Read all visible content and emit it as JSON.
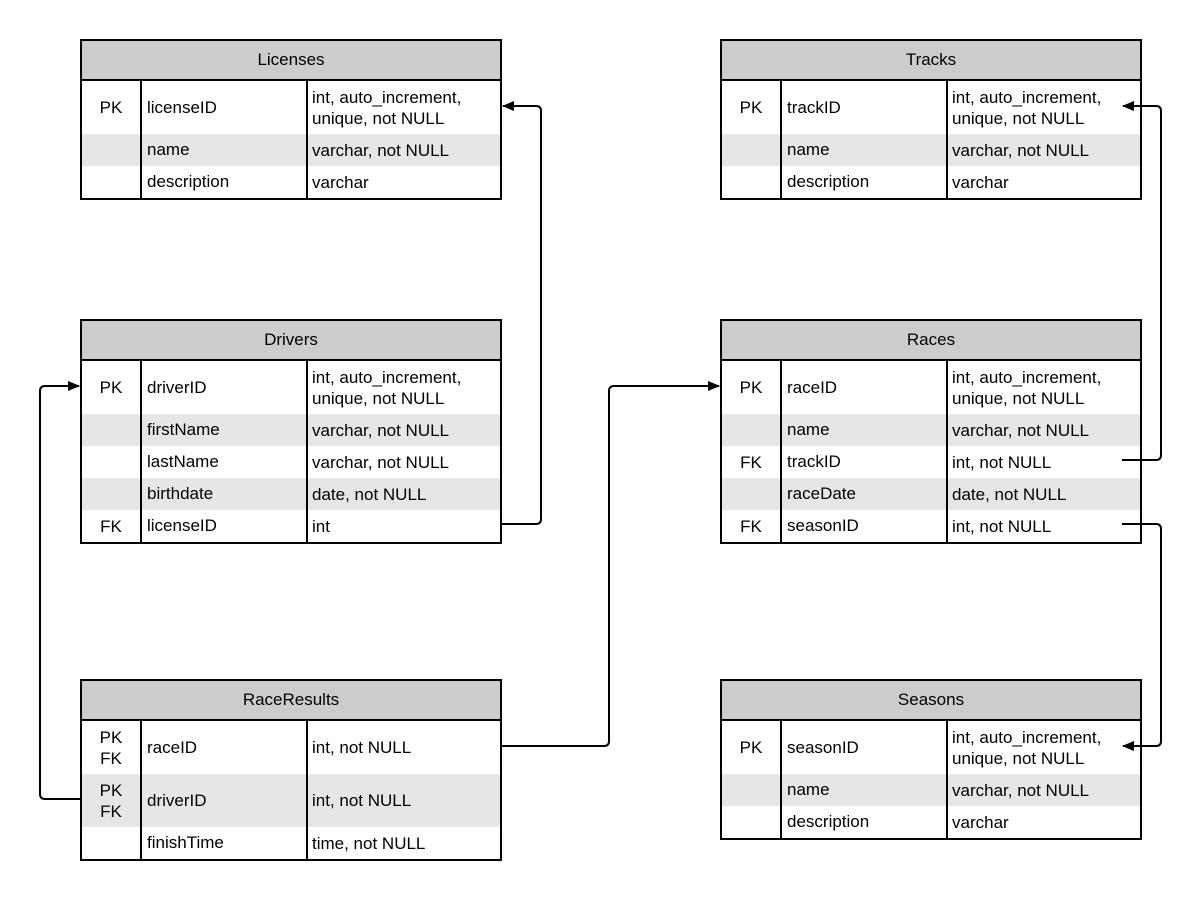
{
  "entities": {
    "licenses": {
      "title": "Licenses",
      "rows": [
        {
          "key": [
            "PK"
          ],
          "name": "licenseID",
          "type": "int, auto_increment, unique, not NULL"
        },
        {
          "key": [],
          "name": "name",
          "type": "varchar, not NULL"
        },
        {
          "key": [],
          "name": "description",
          "type": "varchar"
        }
      ]
    },
    "tracks": {
      "title": "Tracks",
      "rows": [
        {
          "key": [
            "PK"
          ],
          "name": "trackID",
          "type": "int, auto_increment, unique, not NULL"
        },
        {
          "key": [],
          "name": "name",
          "type": "varchar, not NULL"
        },
        {
          "key": [],
          "name": "description",
          "type": "varchar"
        }
      ]
    },
    "drivers": {
      "title": "Drivers",
      "rows": [
        {
          "key": [
            "PK"
          ],
          "name": "driverID",
          "type": "int, auto_increment, unique, not NULL"
        },
        {
          "key": [],
          "name": "firstName",
          "type": "varchar, not NULL"
        },
        {
          "key": [],
          "name": "lastName",
          "type": "varchar, not NULL"
        },
        {
          "key": [],
          "name": "birthdate",
          "type": "date, not NULL"
        },
        {
          "key": [
            "FK"
          ],
          "name": "licenseID",
          "type": "int"
        }
      ]
    },
    "races": {
      "title": "Races",
      "rows": [
        {
          "key": [
            "PK"
          ],
          "name": "raceID",
          "type": "int, auto_increment, unique, not NULL"
        },
        {
          "key": [],
          "name": "name",
          "type": "varchar, not NULL"
        },
        {
          "key": [
            "FK"
          ],
          "name": "trackID",
          "type": "int, not NULL"
        },
        {
          "key": [],
          "name": "raceDate",
          "type": "date, not NULL"
        },
        {
          "key": [
            "FK"
          ],
          "name": "seasonID",
          "type": "int, not NULL"
        }
      ]
    },
    "raceresults": {
      "title": "RaceResults",
      "rows": [
        {
          "key": [
            "PK",
            "FK"
          ],
          "name": "raceID",
          "type": "int, not NULL"
        },
        {
          "key": [
            "PK",
            "FK"
          ],
          "name": "driverID",
          "type": "int, not NULL"
        },
        {
          "key": [],
          "name": "finishTime",
          "type": "time, not NULL"
        }
      ]
    },
    "seasons": {
      "title": "Seasons",
      "rows": [
        {
          "key": [
            "PK"
          ],
          "name": "seasonID",
          "type": "int, auto_increment, unique, not NULL"
        },
        {
          "key": [],
          "name": "name",
          "type": "varchar, not NULL"
        },
        {
          "key": [],
          "name": "description",
          "type": "varchar"
        }
      ]
    }
  },
  "relationships": [
    {
      "from": "drivers.licenseID",
      "to": "licenses.licenseID"
    },
    {
      "from": "races.trackID",
      "to": "tracks.trackID"
    },
    {
      "from": "races.seasonID",
      "to": "seasons.seasonID"
    },
    {
      "from": "raceresults.raceID",
      "to": "races.raceID"
    },
    {
      "from": "raceresults.driverID",
      "to": "drivers.driverID"
    }
  ],
  "colors": {
    "header_fill": "#cccccc",
    "shaded_row": "#e6e6e6",
    "line": "#000000"
  }
}
